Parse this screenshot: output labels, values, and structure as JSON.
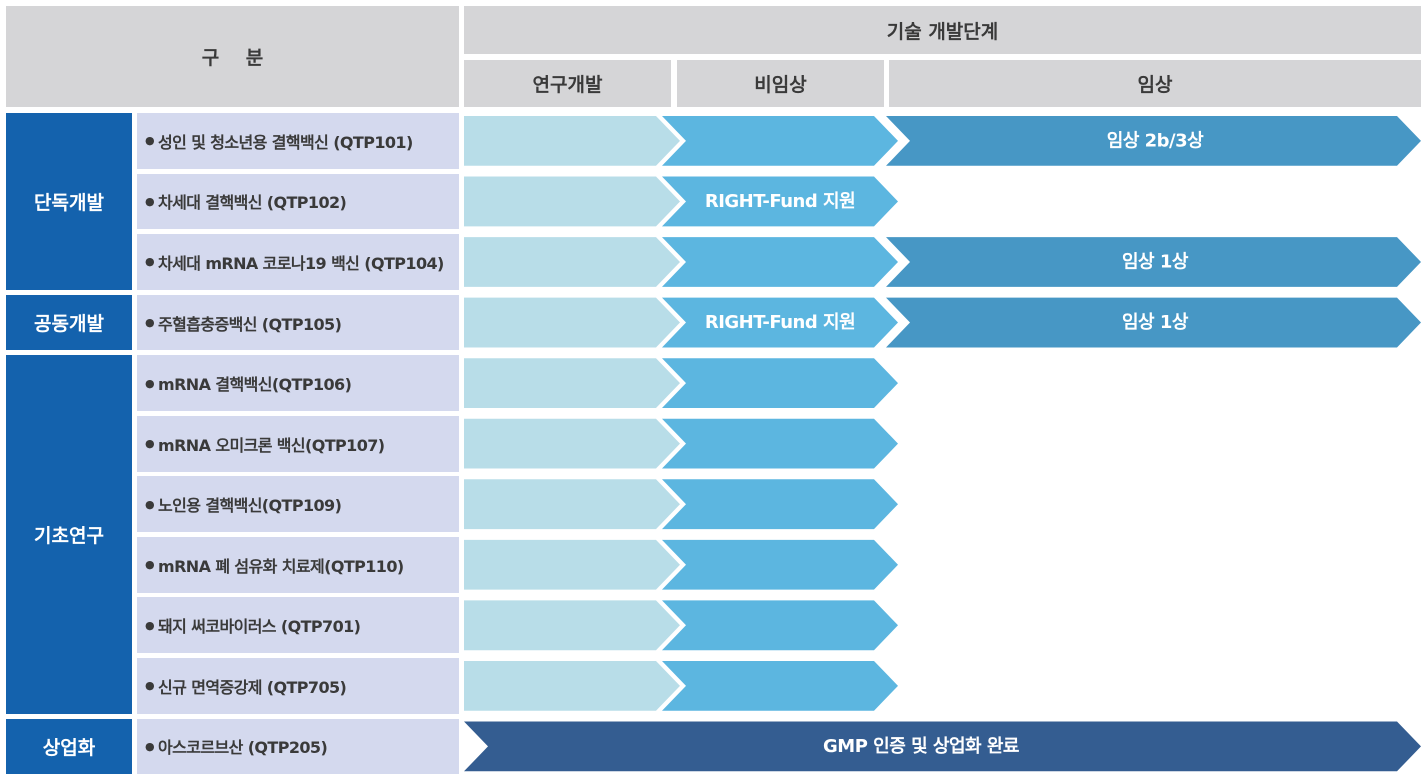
{
  "header": {
    "division": "구    분",
    "stage_title": "기술 개발단계",
    "stages": [
      "연구개발",
      "비임상",
      "임상"
    ]
  },
  "colors": {
    "header_bg": "#d5d5d7",
    "category_bg": "#1462ad",
    "item_bg": "#d4d9ee",
    "research": "#b8dde8",
    "preclinical": "#5cb6e0",
    "clinical": "#4797c5",
    "commercial": "#345d91"
  },
  "categories": [
    {
      "label": "단독개발",
      "rows": [
        0,
        2
      ]
    },
    {
      "label": "공동개발",
      "rows": [
        3,
        3
      ]
    },
    {
      "label": "기초연구",
      "rows": [
        4,
        9
      ]
    },
    {
      "label": "상업화",
      "rows": [
        10,
        10
      ]
    }
  ],
  "rows": [
    {
      "name": "성인 및 청소년용 결핵백신 (QTP101)",
      "progress": "clinical",
      "label": "임상 2b/3상"
    },
    {
      "name": "차세대 결핵백신 (QTP102)",
      "progress": "preclinical",
      "label": "RIGHT-Fund 지원"
    },
    {
      "name": "차세대 mRNA 코로나19 백신 (QTP104)",
      "progress": "clinical",
      "label": "임상 1상"
    },
    {
      "name": "주혈흡충증백신 (QTP105)",
      "progress": "clinical",
      "label": "RIGHT-Fund 지원",
      "label2": "임상 1상"
    },
    {
      "name": "mRNA 결핵백신(QTP106)",
      "progress": "preclinical"
    },
    {
      "name": "mRNA 오미크론 백신(QTP107)",
      "progress": "preclinical"
    },
    {
      "name": "노인용 결핵백신(QTP109)",
      "progress": "preclinical"
    },
    {
      "name": "mRNA 폐 섬유화 치료제(QTP110)",
      "progress": "preclinical"
    },
    {
      "name": "돼지 써코바이러스 (QTP701)",
      "progress": "preclinical"
    },
    {
      "name": "신규 면역증강제 (QTP705)",
      "progress": "preclinical"
    },
    {
      "name": "아스코르브산 (QTP205)",
      "progress": "commercial",
      "label": "GMP 인증 및 상업화 완료"
    }
  ]
}
